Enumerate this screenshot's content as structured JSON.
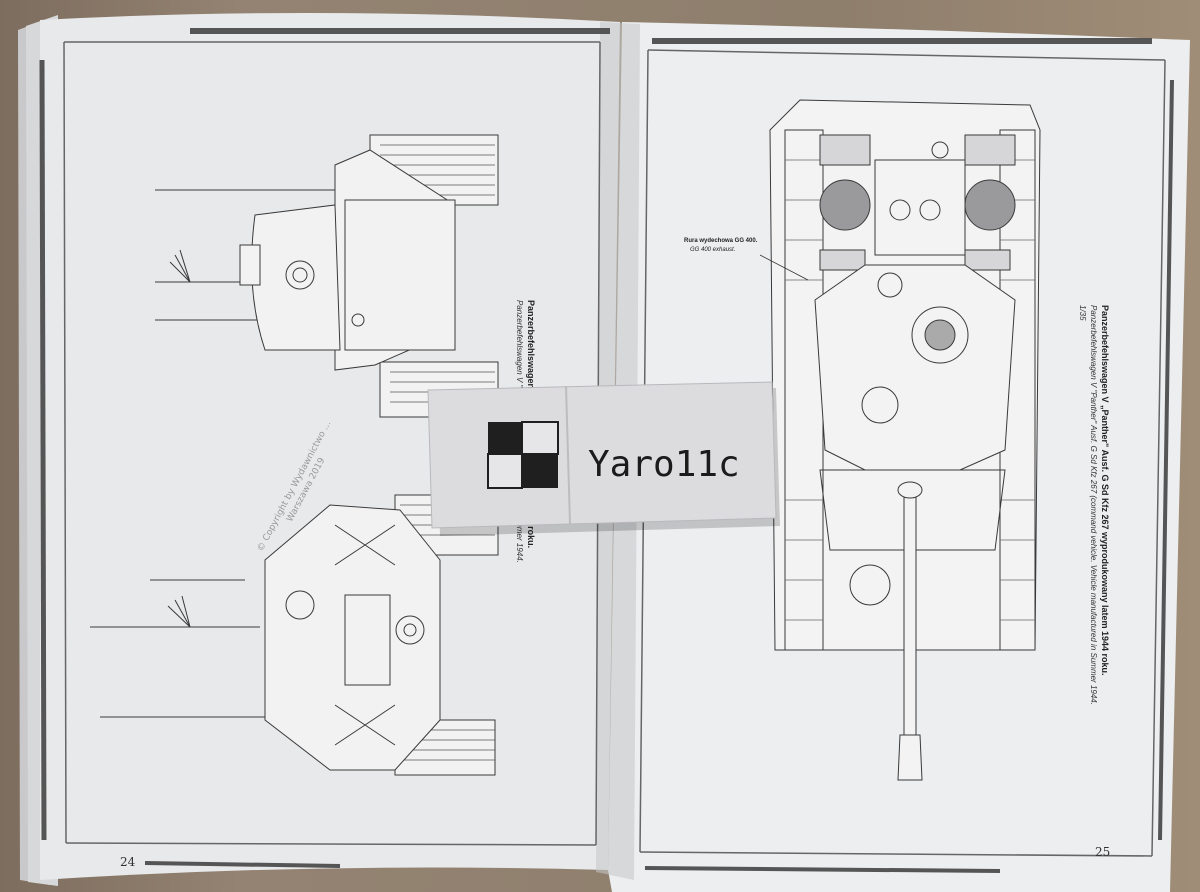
{
  "left_page": {
    "page_number": "24",
    "caption_bold": "Panzerbefehlswagen V „Panth… … wany latem 1944 roku.",
    "caption_italic": "Panzerbefehlswagen V \"Panther\" Ausf. … manufactured in Summer 1944.",
    "watermark_line1": "© Copyright by Wydawnictwo …",
    "watermark_line2": "Warszawa 2019"
  },
  "right_page": {
    "page_number": "25",
    "annotation_line1": "Rura wydechowa GG 400.",
    "annotation_line2": "GG 400 exhaust.",
    "caption_bold": "Panzerbefehlswagen V „Panther\" Ausf. G Sd Kfz 267 wyprodukowany latem 1944 roku.",
    "caption_italic": "Panzerbefehlswagen V \"Panther\" Ausf. G Sd Kfz 267 (command vehicle. Vehicle manufactured in Summer 1944.",
    "scale": "1/35"
  },
  "label": {
    "text": "Yaro11c"
  },
  "colors": {
    "paper": "#e9eaec",
    "line_art": "#3a3a3a",
    "rule": "#555555",
    "label_paper": "#dcdcdf",
    "logo": "#1f1f1f"
  }
}
